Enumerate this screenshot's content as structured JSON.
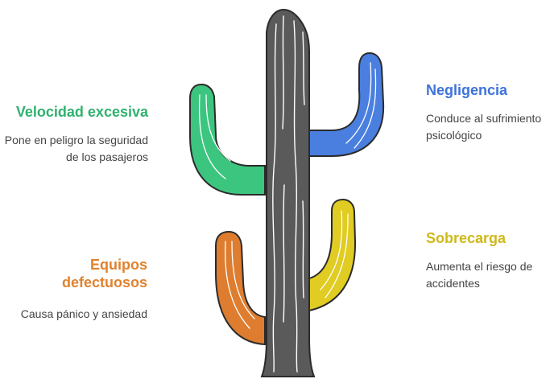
{
  "colors": {
    "trunk": "#5a5a5a",
    "outline": "#2b2b2b",
    "green": "#3cc57f",
    "blue": "#4a7fe0",
    "orange": "#de7d2f",
    "yellow": "#e0cc22"
  },
  "items": {
    "velocidad": {
      "title": "Velocidad excesiva",
      "desc": "Pone en peligro la seguridad de los pasajeros",
      "color": "#2fb26e"
    },
    "equipos": {
      "title": "Equipos defectuosos",
      "desc": "Causa pánico y ansiedad",
      "color": "#e0822f"
    },
    "negligencia": {
      "title": "Negligencia",
      "desc": "Conduce al sufrimiento psicológico",
      "color": "#3d73d9"
    },
    "sobrecarga": {
      "title": "Sobrecarga",
      "desc": "Aumenta el riesgo de accidentes",
      "color": "#cfb81a"
    }
  }
}
